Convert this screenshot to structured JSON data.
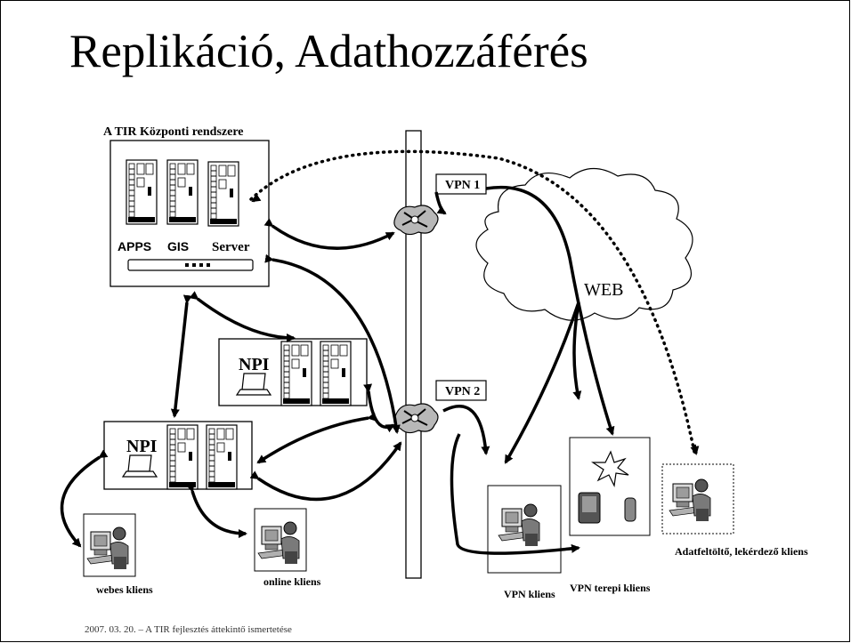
{
  "title": "Replikáció, Adathozzáférés",
  "central": {
    "label": "A TIR Központi rendszere",
    "servers": [
      "APPS",
      "GIS",
      "Server"
    ]
  },
  "npi_upper": "NPI",
  "npi_lower": "NPI",
  "vpn": [
    "VPN 1",
    "VPN 2"
  ],
  "web_label": "WEB",
  "clients": {
    "webes": "webes kliens",
    "online": "online kliens",
    "vpn": "VPN kliens",
    "vpn_terepi": "VPN terepi kliens",
    "adatfeltolto": "Adatfeltöltő, lekérdező kliens"
  },
  "footer": "2007. 03. 20. – A TIR fejlesztés áttekintő ismertetése"
}
